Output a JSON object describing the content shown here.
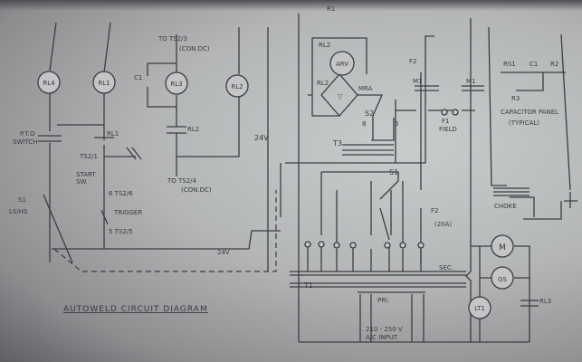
{
  "title": "AUTOWELD CIRCUIT DIAGRAM",
  "left_section": {
    "relays": [
      "RL4",
      "RL1",
      "RL3",
      "RL2"
    ],
    "cap_label": "C1",
    "rl3_top_label": "TO TS2/3",
    "rl3_top_sub": "(CON.DC)",
    "rl2_contact": "RL2",
    "rl1_contact": "RL1",
    "pto_switch": [
      "P.T.O",
      "SWITCH"
    ],
    "ts2_1": "TS2/1",
    "start_label": [
      "START",
      "SW."
    ],
    "ts2_6": "6 TS2/6",
    "trigger": "TRIGGER",
    "ts2_5": "5 TS2/5",
    "ts2_4": "TO TS2/4",
    "ts2_4_sub": "(CON.DC)",
    "s1": [
      "S1",
      "LS/HS"
    ],
    "voltage_top": "24V",
    "voltage_bottom": "24V"
  },
  "right_section": {
    "r1": "R1",
    "rl2a": "RL2",
    "arv": "ARV",
    "rl2b": "RL2",
    "mra": "MRA",
    "s2": "S2",
    "s2_pos": [
      "8",
      "6"
    ],
    "t3": "T3",
    "s1": "S1",
    "f2_label": "F2",
    "m1a": "M1",
    "m1b": "M1",
    "f1": "F1",
    "field": "FIELD",
    "f2": "F2",
    "f2_rating": "(20A)",
    "cap_panel": [
      "RS1",
      "C1",
      "R2",
      "R3"
    ],
    "cap_panel_title": "CAPACITOR PANEL",
    "cap_panel_sub": "(TYPICAL)",
    "choke": "CHOKE",
    "sec": "SEC.",
    "t1": "T1",
    "pri": "PRI.",
    "input": "210 - 250 V",
    "input_sub": "A/C INPUT",
    "m": "M",
    "gs": "GS",
    "lt1": "LT1",
    "rl3": "RL3"
  }
}
